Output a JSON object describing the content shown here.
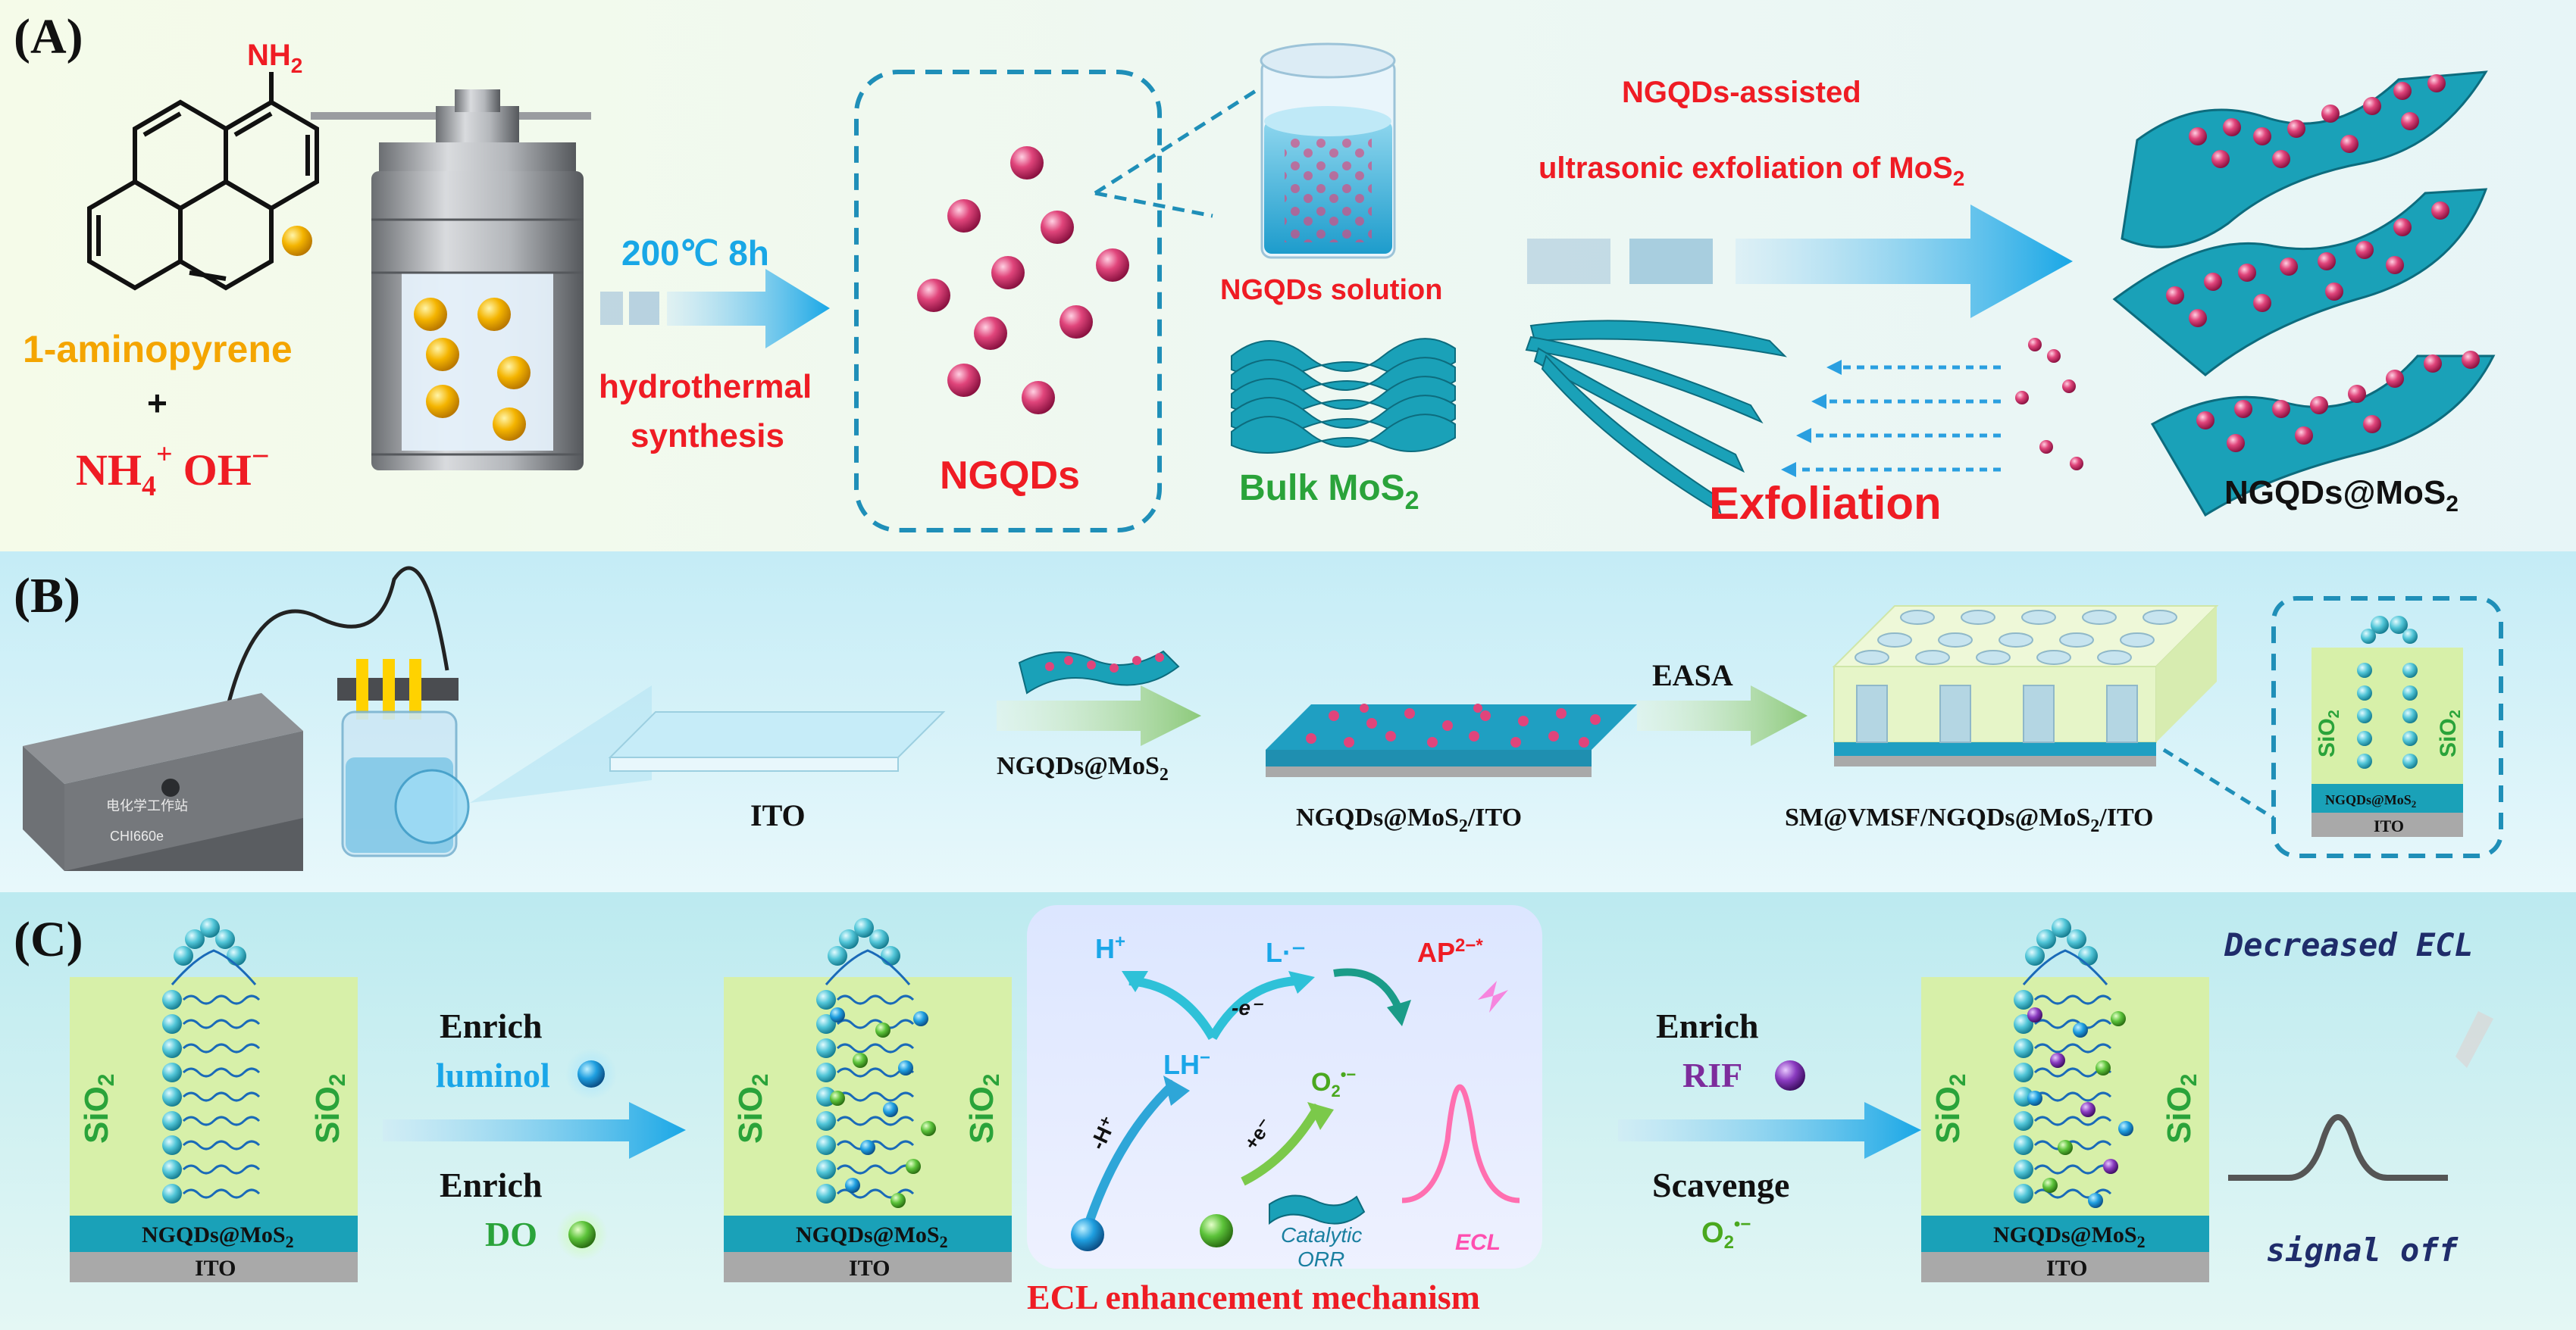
{
  "panels": {
    "a": {
      "tag": "(A)"
    },
    "b": {
      "tag": "(B)"
    },
    "c": {
      "tag": "(C)"
    }
  },
  "a": {
    "nh2": "NH",
    "nh2_sub": "2",
    "aminopyrene": "1-aminopyrene",
    "plus": "+",
    "ammonia_a": "NH",
    "ammonia_sub": "4",
    "ammonia_sup": "+",
    "hydroxide": "OH",
    "hydroxide_sup": "−",
    "condition": "200℃ 8h",
    "hydrothermal_1": "hydrothermal",
    "hydrothermal_2": "synthesis",
    "ngqds": "NGQDs",
    "solution": "NGQDs solution",
    "bulk": "Bulk MoS",
    "bulk_sub": "2",
    "assisted_1": "NGQDs-assisted",
    "assisted_2": "ultrasonic exfoliation of MoS",
    "assisted_sub": "2",
    "exfoliation": "Exfoliation",
    "product": "NGQDs@MoS",
    "product_sub": "2"
  },
  "b": {
    "ito": "ITO",
    "step1": "NGQDs@MoS",
    "step1_sub": "2",
    "film": "NGQDs@MoS",
    "film_sub": "2",
    "film_tail": "/ITO",
    "easa": "EASA",
    "final": "SM@VMSF/NGQDs@MoS",
    "final_sub": "2",
    "final_tail": "/ITO",
    "instrument_brand": "CHI660e",
    "instrument_name": "电化学工作站",
    "inset_sio2": "SiO",
    "inset_sio2_sub": "2",
    "inset_layer": "NGQDs@MoS",
    "inset_layer_sub": "2",
    "inset_ito": "ITO"
  },
  "c": {
    "sio2": "SiO",
    "sio2_sub": "2",
    "layer": "NGQDs@MoS",
    "layer_sub": "2",
    "ito": "ITO",
    "enrich": "Enrich",
    "luminol": "luminol",
    "do": "DO",
    "h_plus": "H",
    "h_plus_sup": "+",
    "l_radical": "L·⁻",
    "ap": "AP",
    "ap_sup": "2−*",
    "minus_e": "-e⁻",
    "lh": "LH",
    "lh_sup": "−",
    "minus_h": "-H⁺",
    "o2_radical": "O",
    "o2_sub": "2",
    "o2_sup": "•−",
    "plus_e": "+e⁻",
    "catalytic_1": "Catalytic",
    "catalytic_2": "ORR",
    "ecl": "ECL",
    "mechanism": "ECL enhancement mechanism",
    "rif": "RIF",
    "scavenge": "Scavenge",
    "scavenge_o2": "O",
    "scavenge_o2_sub": "2",
    "scavenge_o2_sup": "•−",
    "decreased": "Decreased ECL",
    "signal_off": "signal off"
  },
  "colors": {
    "panel_a_bg": "#f3f9ec",
    "panel_b_bg": "#dff3f9",
    "panel_c_bg": "#d7f2f0",
    "red": "#ef1c24",
    "orange": "#f4a500",
    "blue_text": "#1aa6e8",
    "green_text": "#2aa33a",
    "navy_text": "#1f2c6a",
    "purple_text": "#7d2c9c",
    "arrow_cyan": "#19a7e6",
    "mos2_teal": "#1aa1b8",
    "ngqd_pink": "#e0457b",
    "silica_green": "#d7f0a9",
    "film_blue": "#23a7c9",
    "ito_gray": "#a9a9a9"
  }
}
